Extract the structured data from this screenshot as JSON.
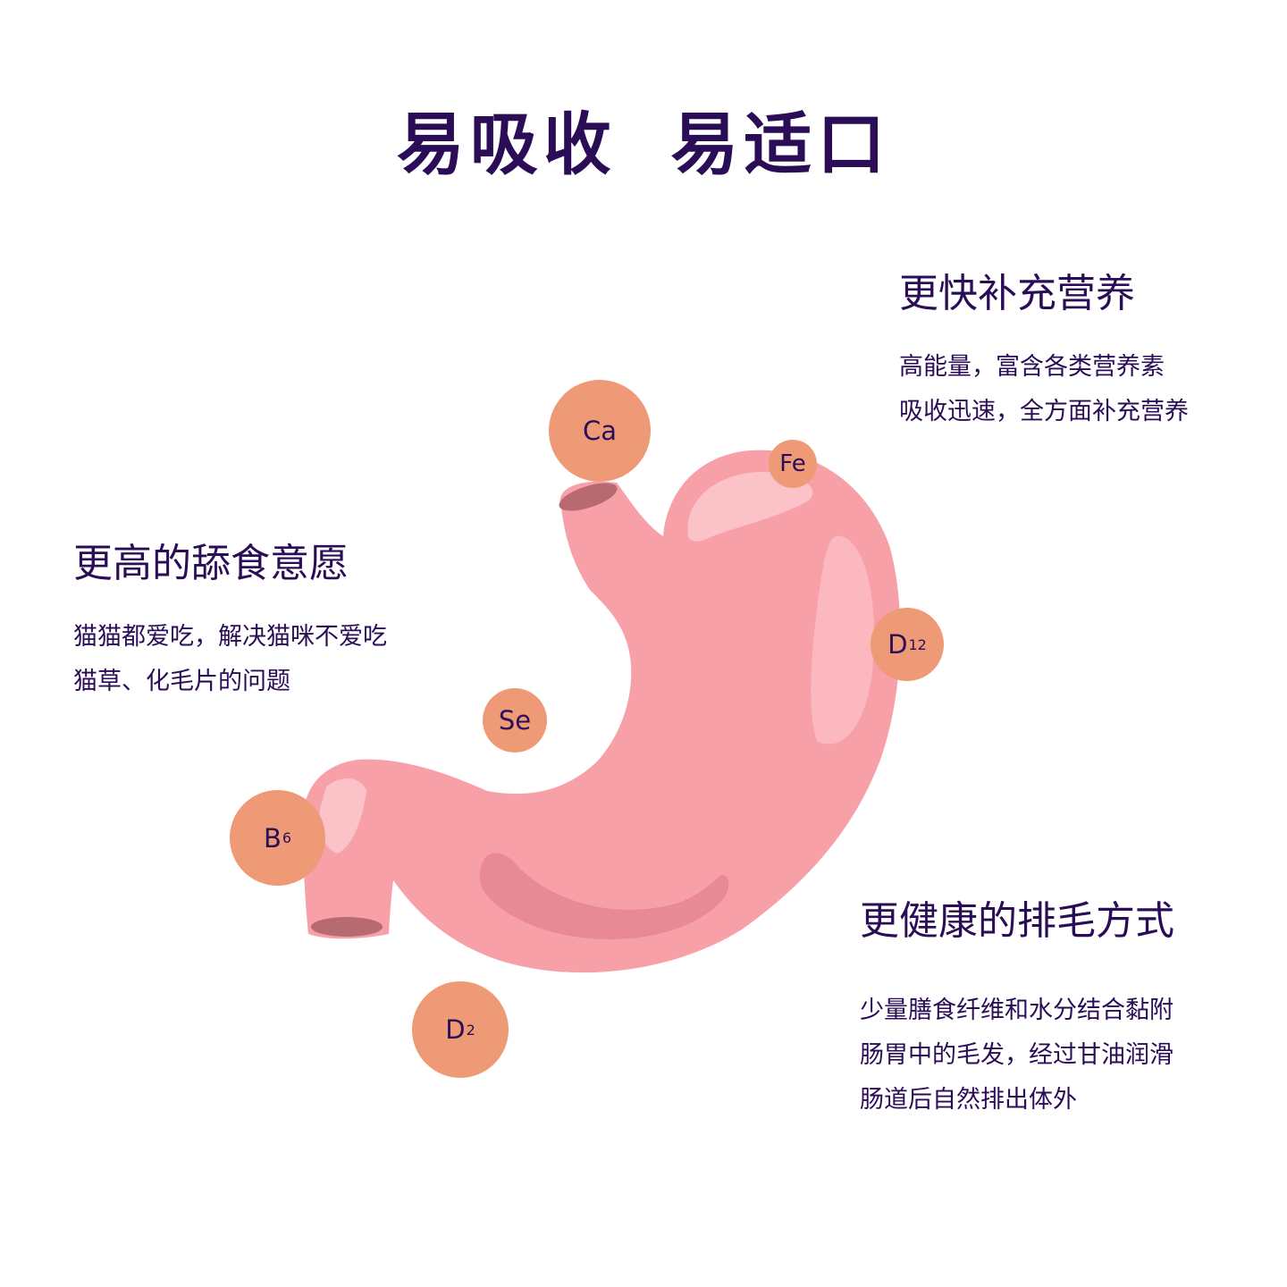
{
  "title": "易吸收  易适口",
  "features": {
    "energy": {
      "heading": "更快补充营养",
      "lines": [
        "高能量，富含各类营养素",
        "吸收迅速，全方面补充营养"
      ]
    },
    "appetite": {
      "heading": "更高的舔食意愿",
      "lines": [
        "猫猫都爱吃，解决猫咪不爱吃",
        "猫草、化毛片的问题"
      ]
    },
    "hairball": {
      "heading": "更健康的排毛方式",
      "lines": [
        "少量膳食纤维和水分结合黏附",
        "肠胃中的毛发，经过甘油润滑",
        "肠道后自然排出体外"
      ]
    }
  },
  "nutrients": {
    "ca": {
      "symbol": "Ca",
      "sub": ""
    },
    "fe": {
      "symbol": "Fe",
      "sub": ""
    },
    "d12": {
      "symbol": "D",
      "sub": "12"
    },
    "se": {
      "symbol": "Se",
      "sub": ""
    },
    "b6": {
      "symbol": "B",
      "sub": "6"
    },
    "d2": {
      "symbol": "D",
      "sub": "2"
    }
  },
  "colors": {
    "text": "#2a0d56",
    "nutrient_bubble": "#ef9a76",
    "stomach": "#f8a0a8"
  }
}
